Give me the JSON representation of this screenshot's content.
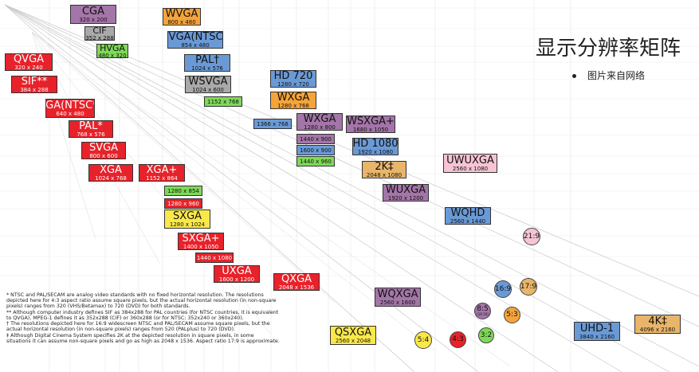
{
  "title": "显示分辨率矩阵",
  "bullet": "图片来自网络",
  "colors": {
    "red": "#e8222a",
    "purple": "#a475a8",
    "orange": "#f5a43a",
    "blue": "#6a9ad6",
    "gray": "#a9a9a9",
    "green": "#7ed957",
    "yellow": "#fae84a",
    "pink": "#f7c4d4",
    "tan": "#e8b56a"
  },
  "resolutions": [
    {
      "name": "CGA",
      "dims": "320 x 200",
      "color": "purple"
    },
    {
      "name": "CIF",
      "dims": "352 x 288",
      "color": "gray"
    },
    {
      "name": "HVGA",
      "dims": "480 x 320",
      "color": "green"
    },
    {
      "name": "QVGA",
      "dims": "320 x 240",
      "color": "red"
    },
    {
      "name": "SIF**",
      "dims": "384 x 288",
      "color": "red"
    },
    {
      "name": "VGA(NTSC*)",
      "dims": "640 x 480",
      "color": "red"
    },
    {
      "name": "PAL*",
      "dims": "768 x 576",
      "color": "red"
    },
    {
      "name": "SVGA",
      "dims": "800 x 600",
      "color": "red"
    },
    {
      "name": "XGA",
      "dims": "1024 x 768",
      "color": "red"
    },
    {
      "name": "XGA+",
      "dims": "1152 x 864",
      "color": "red"
    },
    {
      "name": "WVGA",
      "dims": "800 x 480",
      "color": "orange"
    },
    {
      "name": "WVGA(NTSC†)",
      "dims": "854 x 480",
      "color": "blue"
    },
    {
      "name": "PAL†",
      "dims": "1024 x 576",
      "color": "blue"
    },
    {
      "name": "WSVGA",
      "dims": "1024 x 600",
      "color": "gray"
    },
    {
      "name": "",
      "dims": "1152 x 768",
      "color": "green"
    },
    {
      "name": "HD 720",
      "dims": "1280 x 720",
      "color": "blue"
    },
    {
      "name": "WXGA",
      "dims": "1280 x 768",
      "color": "orange"
    },
    {
      "name": "",
      "dims": "1366 x 768",
      "color": "blue"
    },
    {
      "name": "WXGA",
      "dims": "1280 x 800",
      "color": "purple"
    },
    {
      "name": "",
      "dims": "1440 x 900",
      "color": "purple"
    },
    {
      "name": "",
      "dims": "1600 x 900",
      "color": "blue"
    },
    {
      "name": "",
      "dims": "1440 x 960",
      "color": "green"
    },
    {
      "name": "WSXGA+",
      "dims": "1680 x 1050",
      "color": "purple"
    },
    {
      "name": "HD 1080",
      "dims": "1920 x 1080",
      "color": "blue"
    },
    {
      "name": "2K‡",
      "dims": "2048 x 1080",
      "color": "tan"
    },
    {
      "name": "",
      "dims": "1280 x 854",
      "color": "green"
    },
    {
      "name": "",
      "dims": "1280 x 960",
      "color": "red"
    },
    {
      "name": "SXGA",
      "dims": "1280 x 1024",
      "color": "yellow"
    },
    {
      "name": "SXGA+",
      "dims": "1400 x 1050",
      "color": "red"
    },
    {
      "name": "",
      "dims": "1440 x 1080",
      "color": "red"
    },
    {
      "name": "UXGA",
      "dims": "1600 x 1200",
      "color": "red"
    },
    {
      "name": "QXGA",
      "dims": "2048 x 1536",
      "color": "red"
    },
    {
      "name": "WUXGA",
      "dims": "1920 x 1200",
      "color": "purple"
    },
    {
      "name": "UWUXGA",
      "dims": "2560 x 1080",
      "color": "pink"
    },
    {
      "name": "WQHD",
      "dims": "2560 x 1440",
      "color": "blue"
    },
    {
      "name": "WQXGA",
      "dims": "2560 x 1600",
      "color": "purple"
    },
    {
      "name": "QSXGA",
      "dims": "2560 x 2048",
      "color": "yellow"
    },
    {
      "name": "UHD-1",
      "dims": "3840 x 2160",
      "color": "blue"
    },
    {
      "name": "4K‡",
      "dims": "4096 x 2160",
      "color": "tan"
    }
  ],
  "ratios": [
    {
      "label": "21:9",
      "color": "pink"
    },
    {
      "label": "16:9",
      "color": "blue"
    },
    {
      "label": "17:9",
      "color": "tan"
    },
    {
      "label": "8:5",
      "sub": "(16:10)",
      "color": "purple"
    },
    {
      "label": "5:3",
      "color": "orange"
    },
    {
      "label": "5:4",
      "color": "yellow"
    },
    {
      "label": "4:3",
      "color": "red"
    },
    {
      "label": "3:2",
      "color": "green"
    }
  ],
  "notes": [
    "*  NTSC and PAL/SECAM are analog video standards with no fixed horizontal resolution. The resolutions",
    "    depicted here for 4:3 aspect ratio assume square pixels, but the actual horizontal resolution (in non-square",
    "    pixels) ranges from 320 (VHS/Betamax) to 720 (DVD) for both standards.",
    "** Although computer industry defines SIF as 384x288 for PAL countries (for NTSC countries, it is equivalent",
    "    to QVGA), MPEG-1 defines it as 352x288 (CIF) or 360x288 (or for NTSC: 352x240 or 360x240).",
    "†  The resolutions depicted here for 16:9 widescreen NTSC and PAL/SECAM assume square pixels, but the",
    "actual horizontal resolution (in non-square pixels) ranges from 520 (PALplus) to 720 (DVD).",
    "‡  Although Digital Cinema System specifies 2K at the depicted resolution in square pixels, in some",
    "    situations it can assume non-square pixels and go as high as 2048 x 1536. Aspect ratio 17:9 is approximate."
  ]
}
